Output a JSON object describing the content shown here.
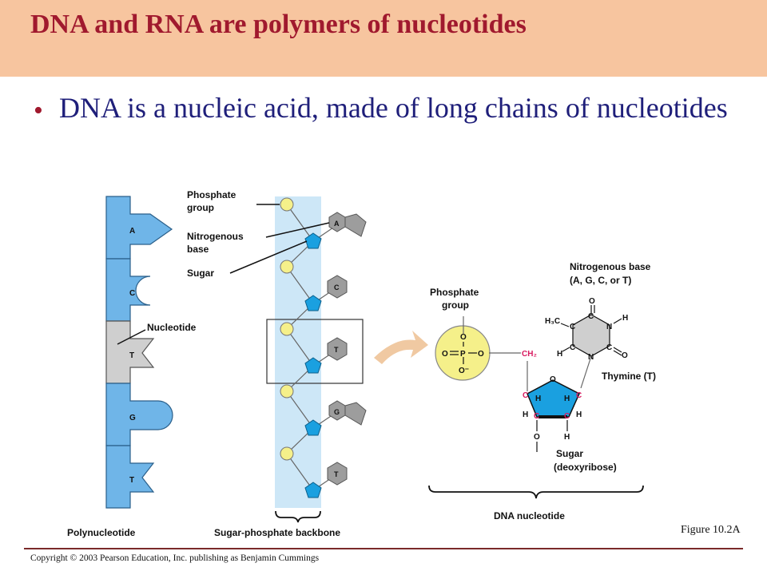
{
  "title": "DNA and RNA are polymers of nucleotides",
  "bullet": "DNA is a nucleic acid, made of long chains of nucleotides",
  "labels": {
    "phosphate_group": [
      "Phosphate",
      "group"
    ],
    "nitrogenous_base": [
      "Nitrogenous",
      "base"
    ],
    "sugar": "Sugar",
    "nucleotide": "Nucleotide",
    "polynucleotide": "Polynucleotide",
    "backbone": "Sugar-phosphate backbone",
    "dna_nucleotide": "DNA nucleotide",
    "phosphate_group_right": [
      "Phosphate",
      "group"
    ],
    "nitrogenous_base_right": [
      "Nitrogenous base",
      "(A, G, C, or T)"
    ],
    "thymine": "Thymine (T)",
    "sugar_right": [
      "Sugar",
      "(deoxyribose)"
    ]
  },
  "polynucleotide_bases": [
    "A",
    "C",
    "T",
    "G",
    "T"
  ],
  "backbone_bases": [
    "A",
    "C",
    "T",
    "G",
    "T"
  ],
  "chem": {
    "O": "O",
    "P": "P",
    "H": "H",
    "C": "C",
    "N": "N",
    "O_minus": "O⁻",
    "CH2": "CH₂",
    "H3C": "H₃C"
  },
  "figure_ref": "Figure 10.2A",
  "copyright": "Copyright © 2003 Pearson Education, Inc. publishing as Benjamin Cummings",
  "colors": {
    "banner": "#f7c59f",
    "title": "#a0192e",
    "base_blue": "#6fb5e8",
    "sugar_blue": "#1aa0e0",
    "phosphate_yellow": "#f5f08a",
    "base_gray": "#9d9d9d",
    "backbone_bg": "#cde7f7",
    "carbon_pink": "#d81b60"
  }
}
